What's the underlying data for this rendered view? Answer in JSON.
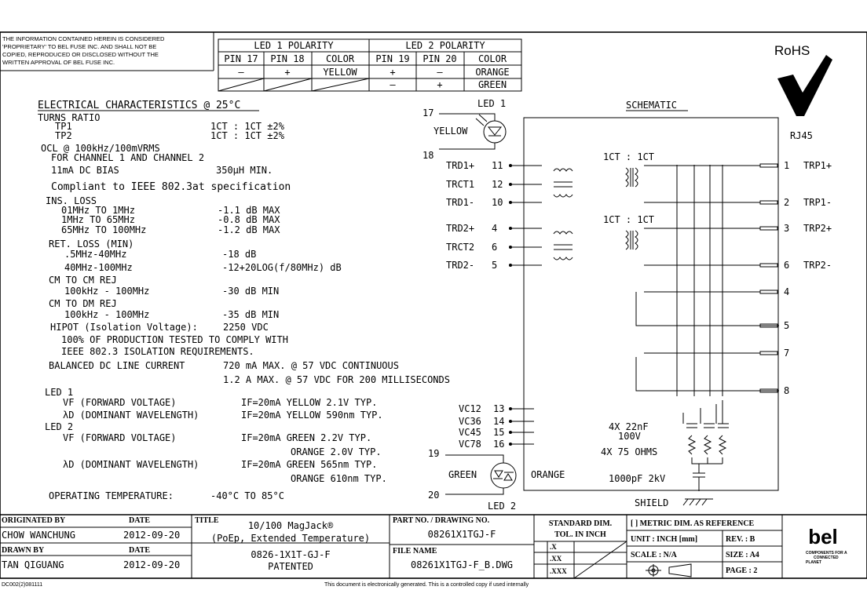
{
  "notice": [
    "THE INFORMATION CONTAINED HEREIN IS CONSIDERED",
    "'PROPRIETARY' TO BEL FUSE INC. AND SHALL NOT BE",
    "COPIED, REPRODUCED OR DISCLOSED WITHOUT THE",
    "WRITTEN APPROVAL OF BEL FUSE INC."
  ],
  "polarity": {
    "led1_title": "LED 1 POLARITY",
    "led2_title": "LED 2 POLARITY",
    "headers": [
      "PIN 17",
      "PIN 18",
      "COLOR",
      "PIN 19",
      "PIN 20",
      "COLOR"
    ],
    "row1": [
      "–",
      "+",
      "YELLOW",
      "+",
      "–",
      "ORANGE"
    ],
    "row2": [
      "–",
      "+",
      "GREEN"
    ]
  },
  "rohs": "RoHS",
  "specs": {
    "title": "ELECTRICAL CHARACTERISTICS @ 25°C",
    "lines": [
      "TURNS RATIO",
      "TP1",
      "TP2",
      "OCL @ 100kHz/100mVRMS",
      "FOR CHANNEL 1 AND CHANNEL 2",
      "11mA DC BIAS",
      "Compliant to IEEE 802.3at specification",
      "INS. LOSS",
      "01MHz TO 1MHz",
      "1MHz TO 65MHz",
      "65MHz TO 100MHz",
      "RET. LOSS (MIN)",
      ".5MHz-40MHz",
      "40MHz-100MHz",
      "CM TO CM REJ",
      "100kHz - 100MHz",
      "CM TO DM REJ",
      "100kHz - 100MHz",
      "HIPOT (Isolation Voltage):",
      "100% OF PRODUCTION TESTED TO COMPLY WITH",
      "IEEE 802.3 ISOLATION REQUIREMENTS.",
      "BALANCED DC LINE CURRENT",
      "LED 1",
      "VF (FORWARD VOLTAGE)",
      "λD (DOMINANT WAVELENGTH)",
      "LED 2",
      "VF (FORWARD VOLTAGE)",
      "λD (DOMINANT WAVELENGTH)",
      "OPERATING TEMPERATURE:"
    ],
    "values": [
      "1CT : 1CT ±2%",
      "1CT : 1CT ±2%",
      "350µH MIN.",
      "-1.1 dB MAX",
      "-0.8 dB MAX",
      "-1.2 dB MAX",
      "-18 dB",
      "-12+20LOG(f/80MHz) dB",
      "-30 dB MIN",
      "-35 dB MIN",
      "2250 VDC",
      "720 mA MAX. @ 57 VDC CONTINUOUS",
      "1.2 A MAX. @ 57 VDC FOR 200 MILLISECONDS",
      "IF=20mA YELLOW 2.1V TYP.",
      "IF=20mA YELLOW 590nm TYP.",
      "IF=20mA GREEN  2.2V TYP.",
      "ORANGE 2.0V TYP.",
      "IF=20mA GREEN  565nm TYP.",
      "ORANGE 610nm TYP.",
      "-40°C TO 85°C"
    ]
  },
  "schematic": {
    "title": "SCHEMATIC",
    "rj45": "RJ45",
    "led1": "LED 1",
    "led2": "LED 2",
    "yellow": "YELLOW",
    "green": "GREEN",
    "orange": "ORANGE",
    "ratio": "1CT : 1CT",
    "left_pins": [
      {
        "name": "TRD1+",
        "num": "11"
      },
      {
        "name": "TRCT1",
        "num": "12"
      },
      {
        "name": "TRD1-",
        "num": "10"
      },
      {
        "name": "TRD2+",
        "num": "4"
      },
      {
        "name": "TRCT2",
        "num": "6"
      },
      {
        "name": "TRD2-",
        "num": "5"
      }
    ],
    "right_pins": [
      {
        "num": "1",
        "name": "TRP1+"
      },
      {
        "num": "2",
        "name": "TRP1-"
      },
      {
        "num": "3",
        "name": "TRP2+"
      },
      {
        "num": "6",
        "name": "TRP2-"
      },
      {
        "num": "4",
        "name": ""
      },
      {
        "num": "5",
        "name": ""
      },
      {
        "num": "7",
        "name": ""
      },
      {
        "num": "8",
        "name": ""
      }
    ],
    "vc_pins": [
      {
        "name": "VC12",
        "num": "13"
      },
      {
        "name": "VC36",
        "num": "14"
      },
      {
        "name": "VC45",
        "num": "15"
      },
      {
        "name": "VC78",
        "num": "16"
      }
    ],
    "pin17": "17",
    "pin18": "18",
    "pin19": "19",
    "pin20": "20",
    "cap_label": "4X 22nF",
    "cap_volt": "100V",
    "res_label": "4X 75 OHMS",
    "hv_cap": "1000pF 2kV",
    "shield": "SHIELD"
  },
  "title_block": {
    "originated_by_label": "ORIGINATED BY",
    "date_label": "DATE",
    "originated_by": "CHOW WANCHUNG",
    "originated_date": "2012-09-20",
    "drawn_by_label": "DRAWN BY",
    "drawn_by": "TAN QIGUANG",
    "drawn_date": "2012-09-20",
    "title_label": "TITLE",
    "title": "10/100 MagJack®",
    "subtitle": "(PoEp, Extended Temperature)",
    "part_series": "0826-1X1T-GJ-F",
    "patented": "PATENTED",
    "part_no_label": "PART NO. / DRAWING NO.",
    "part_no": "08261X1TGJ-F",
    "file_name_label": "FILE NAME",
    "file_name": "08261X1TGJ-F_B.DWG",
    "std_dim": "STANDARD DIM.",
    "tol": "TOL. IN INCH",
    "tol_rows": [
      ".X",
      ".XX",
      ".XXX"
    ],
    "metric_note": "[ ] METRIC DIM. AS REFERENCE",
    "unit": "UNIT : INCH [mm]",
    "rev": "REV. :  B",
    "scale": "SCALE :    N/A",
    "size": "SIZE :  A4",
    "page": "PAGE :  2",
    "brand": "bel",
    "tagline": [
      "COMPONENTS FOR A",
      "CONNECTED",
      "PLANET"
    ],
    "doc_code": "DC002(2)081111",
    "footer": "This document is electronically generated. This is a controlled copy if used internally"
  }
}
